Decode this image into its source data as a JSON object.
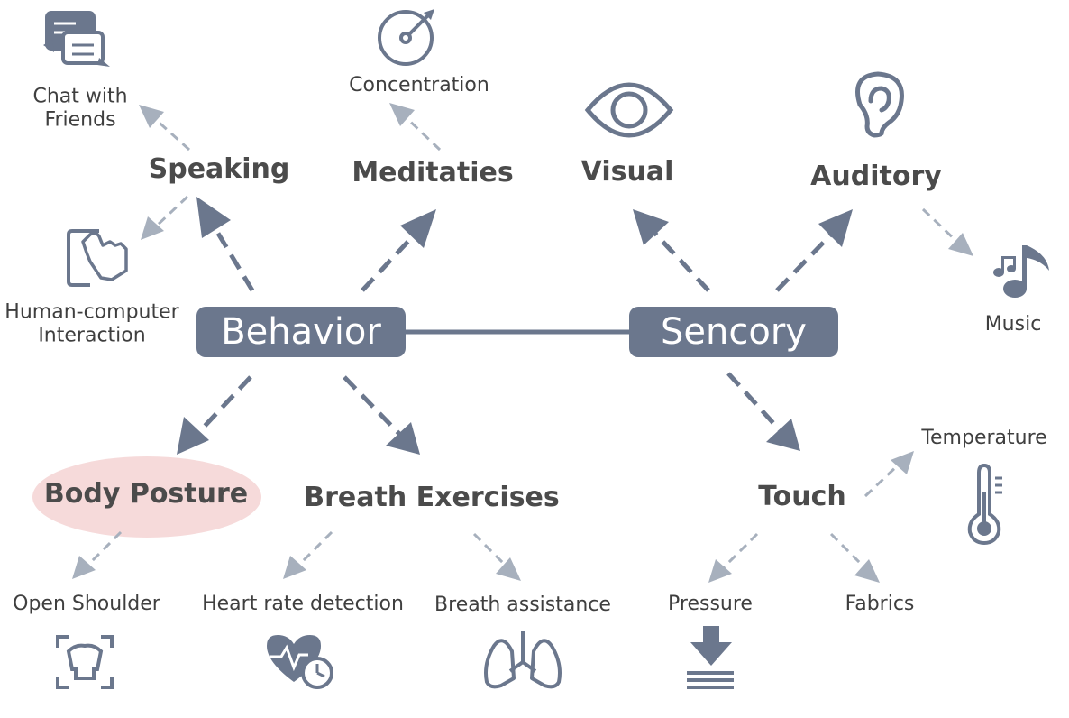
{
  "colors": {
    "accent": "#6b778d",
    "arrow": "#6b778d",
    "arrow_light": "#a7b0bd",
    "highlight": "#f6dada"
  },
  "main": {
    "behavior": "Behavior",
    "sencory": "Sencory"
  },
  "secondary": {
    "speaking": "Speaking",
    "meditaties": "Meditaties",
    "visual": "Visual",
    "auditory": "Auditory",
    "body_posture": "Body Posture",
    "breath_exercises": "Breath Exercises",
    "touch": "Touch"
  },
  "leaves": {
    "chat_line1": "Chat with",
    "chat_line2": "Friends",
    "hci_line1": "Human-computer",
    "hci_line2": "Interaction",
    "concentration": "Concentration",
    "music": "Music",
    "temperature": "Temperature",
    "open_shoulder": "Open Shoulder",
    "heart_rate": "Heart rate detection",
    "breath_assistance": "Breath assistance",
    "pressure": "Pressure",
    "fabrics": "Fabrics"
  },
  "icons": [
    "chat-icon",
    "touch-screen-icon",
    "dial-icon",
    "eye-icon",
    "ear-icon",
    "music-note-icon",
    "thermometer-icon",
    "shoulder-frame-icon",
    "heart-rate-icon",
    "lungs-icon",
    "pressure-icon"
  ]
}
